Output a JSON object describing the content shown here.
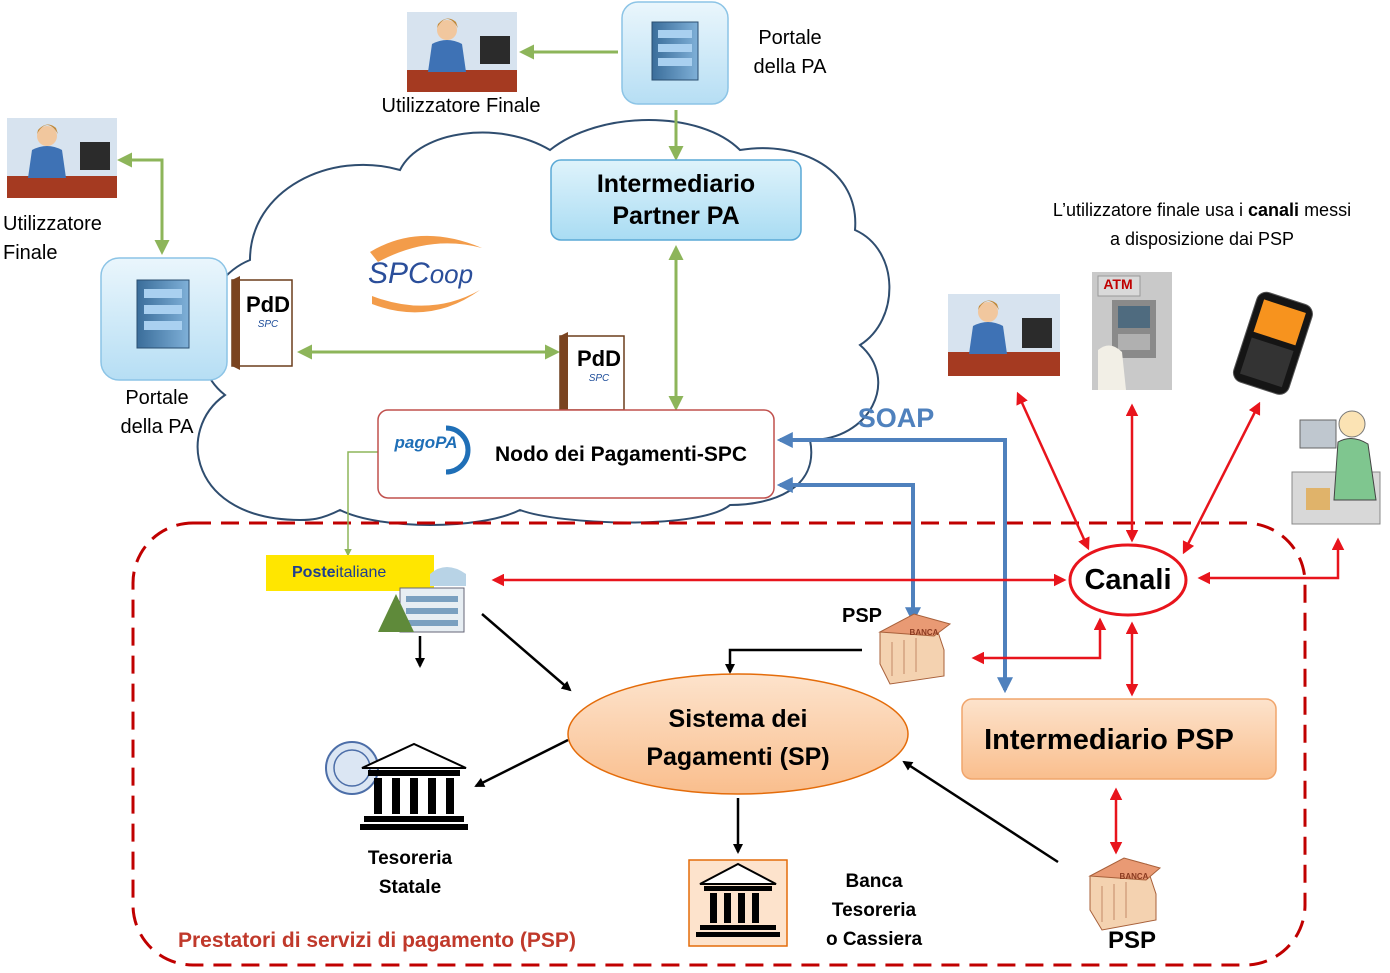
{
  "top_portal": {
    "label_1": "Portale",
    "label_2": "della PA"
  },
  "top_user": {
    "label": "Utilizzatore Finale"
  },
  "left_user": {
    "label_1": "Utilizzatore",
    "label_2": "Finale"
  },
  "left_portal": {
    "label_1": "Portale",
    "label_2": "della PA"
  },
  "pdd_left": {
    "title": "PdD",
    "subtitle": "SPC"
  },
  "pdd_right": {
    "title": "PdD",
    "subtitle": "SPC"
  },
  "spcoop": {
    "text_1": "SPC",
    "text_2": "oop"
  },
  "intermediario_pa": {
    "line_1": "Intermediario",
    "line_2": "Partner PA"
  },
  "nodo": {
    "logo": "pagoPA",
    "label": "Nodo dei Pagamenti-SPC"
  },
  "soap": {
    "label": "SOAP"
  },
  "note": {
    "line_1_a": "L’utilizzatore finale usa i ",
    "line_1_b": "canali",
    "line_1_c": " messi",
    "line_2": "a disposizione dai PSP"
  },
  "atm": {
    "label": "ATM"
  },
  "canali": {
    "label": "Canali"
  },
  "poste": {
    "brand_bold": "Poste",
    "brand_rest": "italiane"
  },
  "psp_top": {
    "label": "PSP"
  },
  "banca_icon": {
    "label": "BANCA"
  },
  "sistema": {
    "line_1": "Sistema dei",
    "line_2": "Pagamenti (SP)"
  },
  "intermediario_psp": {
    "label": "Intermediario PSP"
  },
  "tesoreria": {
    "line_1": "Tesoreria",
    "line_2": "Statale"
  },
  "banca_tesoreria": {
    "line_1": "Banca",
    "line_2": "Tesoreria",
    "line_3": "o Cassiera"
  },
  "psp_bottom": {
    "label": "PSP"
  },
  "psp_region": {
    "label": "Prestatori di servizi di pagamento (PSP)"
  },
  "colors": {
    "green": "#8db55a",
    "red": "#e8141c",
    "blue": "#4f81bd",
    "dash_red": "#c00000",
    "orange_fill": "#fbd3b0"
  }
}
